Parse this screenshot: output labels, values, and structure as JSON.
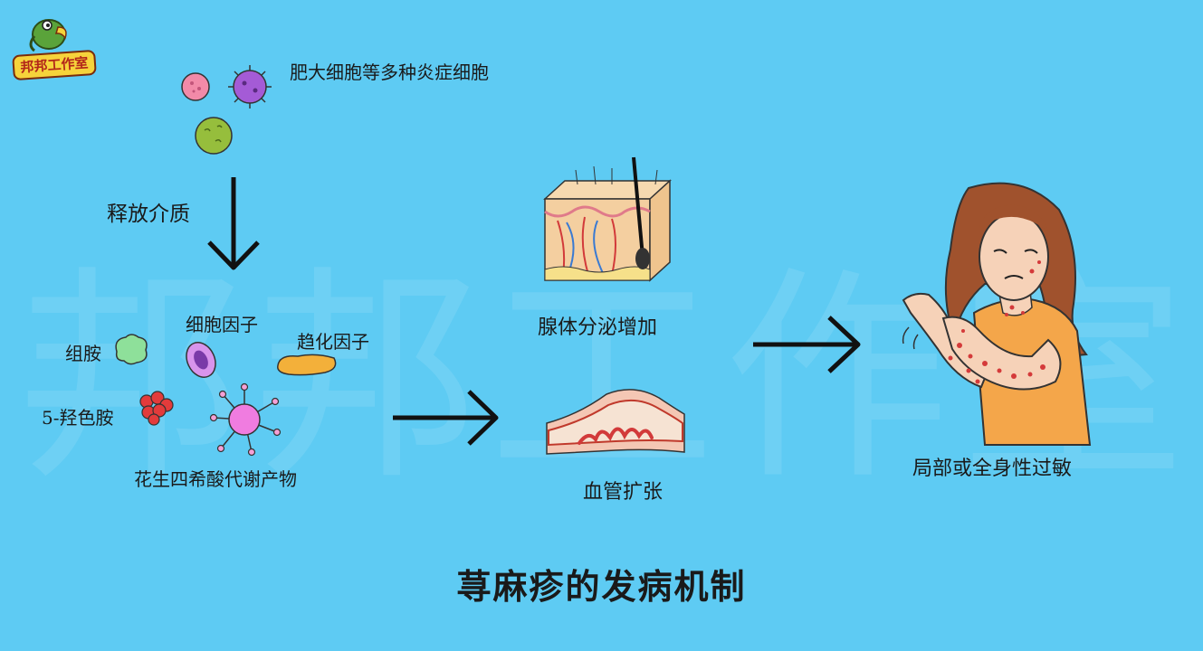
{
  "watermark": "邦邦工作室",
  "logo": {
    "text": "邦邦工作室"
  },
  "labels": {
    "inflammatory_cells": "肥大细胞等多种炎症细胞",
    "release_mediators": "释放介质",
    "cytokines": "细胞因子",
    "histamine": "组胺",
    "chemotactic_factor": "趋化因子",
    "serotonin": "5-羟色胺",
    "arachidonic_metabolites": "花生四希酸代谢产物",
    "gland_secretion": "腺体分泌增加",
    "vasodilation": "血管扩张",
    "allergy": "局部或全身性过敏"
  },
  "title": "荨麻疹的发病机制",
  "colors": {
    "background": "#5ecbf3",
    "arrow": "#111111",
    "pink_cell": "#f28aa8",
    "purple_cell": "#a45bd6",
    "green_cell": "#96be3c",
    "orange_shirt": "#f4a64a",
    "rash": "#d43a3a"
  }
}
